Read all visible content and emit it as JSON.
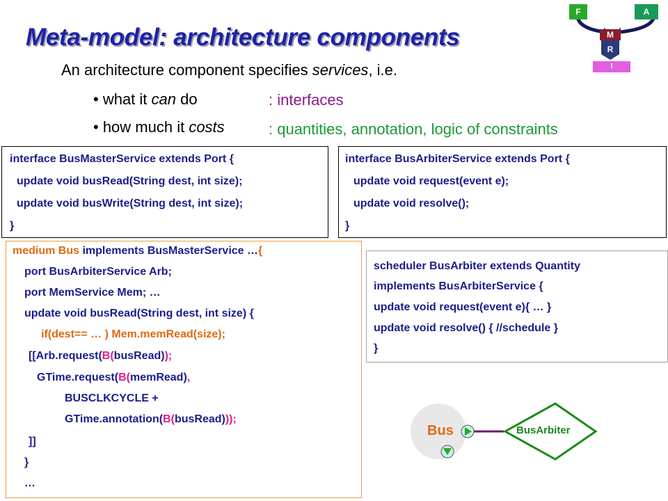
{
  "slide": {
    "title": "Meta-model: architecture components",
    "intro_prefix": "An architecture component specifies ",
    "intro_em": "services",
    "intro_suffix": ", i.e.",
    "bullets": [
      {
        "pre": "• what it ",
        "em": "can",
        "post": " do",
        "rhs": ": interfaces"
      },
      {
        "pre": "• how much it ",
        "em": "costs",
        "post": "",
        "rhs": ": quantities, annotation, logic of constraints"
      }
    ]
  },
  "nav": {
    "f": "F",
    "a": "A",
    "m": "M",
    "r": "R",
    "i": "I",
    "colors": {
      "f": "#2aa82a",
      "a": "#1a9a5a",
      "m": "#8a1e2e",
      "r": "#2a3a7a",
      "i": "#e060e0"
    }
  },
  "code": {
    "master": [
      "interface BusMasterService extends Port {",
      "  update void busRead(String dest, int size);",
      "  update void busWrite(String dest, int size);",
      "}"
    ],
    "arbiter": [
      "interface BusArbiterService extends Port {",
      "  update void request(event e);",
      "  update void resolve();",
      "}"
    ],
    "medium": {
      "l1_kw": "medium Bus",
      "l1_rest": " implements BusMasterService …",
      "l1_brace": "{",
      "l2": "port BusArbiterService Arb;",
      "l3": "port MemService Mem; …",
      "l4": "update void busRead(String dest, int size) {",
      "l5a": "if(dest== … ) ",
      "l5b": "Mem.memRead(size);",
      "l6a": "[[",
      "l6b": "Arb.request(",
      "l6c": "B(",
      "l6d": "busRead)",
      "l6e": ");",
      "l7a": "GTime.request(",
      "l7b": "B(",
      "l7c": "memRead)",
      "l7d": ",",
      "l8": "BUSCLKCYCLE +",
      "l9a": "GTime.annotation(",
      "l9b": "B(",
      "l9c": "busRead)",
      "l9d": "));",
      "l10": "]]",
      "l11": "}",
      "l12": "…"
    },
    "scheduler": [
      "scheduler BusArbiter extends Quantity",
      "  implements BusArbiterService {",
      "   update void request(event e){ … }",
      "   update void resolve() { //schedule }",
      " }"
    ]
  },
  "diagram": {
    "bus_label": "Bus",
    "arbiter_label": "BusArbiter"
  }
}
